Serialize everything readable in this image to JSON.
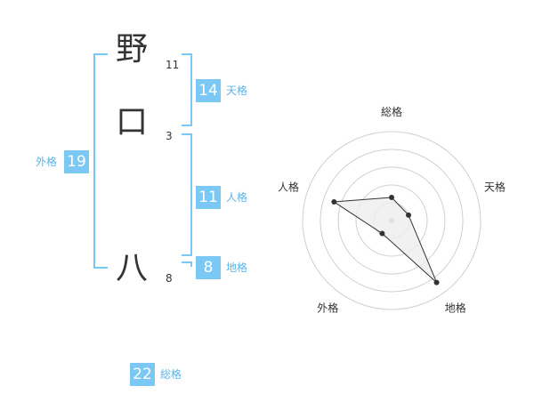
{
  "name": {
    "chars": [
      {
        "kanji": "野",
        "strokes": "11"
      },
      {
        "kanji": "口",
        "strokes": "3"
      },
      {
        "kanji": "八",
        "strokes": "8"
      }
    ]
  },
  "kaku": {
    "tenkaku": {
      "label": "天格",
      "value": "14"
    },
    "jinkaku": {
      "label": "人格",
      "value": "11"
    },
    "chikaku": {
      "label": "地格",
      "value": "8"
    },
    "gaikaku": {
      "label": "外格",
      "value": "19"
    },
    "soukaku": {
      "label": "総格",
      "value": "22"
    }
  },
  "chart_data": {
    "type": "radar",
    "axes": [
      "総格",
      "天格",
      "地格",
      "外格",
      "人格"
    ],
    "values": [
      1.3,
      1.0,
      4.3,
      0.9,
      3.4
    ],
    "rmax": 5,
    "rings": 5,
    "colors": {
      "line": "#333333",
      "fill": "#eeeeee",
      "grid": "#d0d0d0",
      "center": "#bbbbbb"
    }
  }
}
